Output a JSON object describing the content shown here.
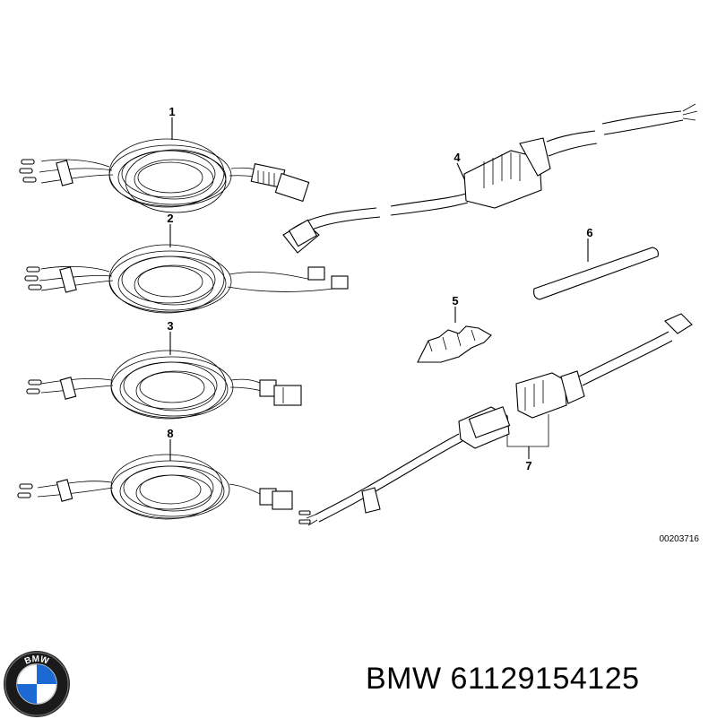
{
  "callouts": {
    "c1": "1",
    "c2": "2",
    "c3": "3",
    "c4": "4",
    "c5": "5",
    "c6": "6",
    "c7": "7",
    "c8": "8"
  },
  "diagram_ref": "00203716",
  "brand": "BMW",
  "part_number_text": "BMW 61129154125",
  "logo": {
    "icon": "bmw-roundel-icon",
    "blue": "#1c69d4",
    "ring": "#1a1a1a"
  }
}
